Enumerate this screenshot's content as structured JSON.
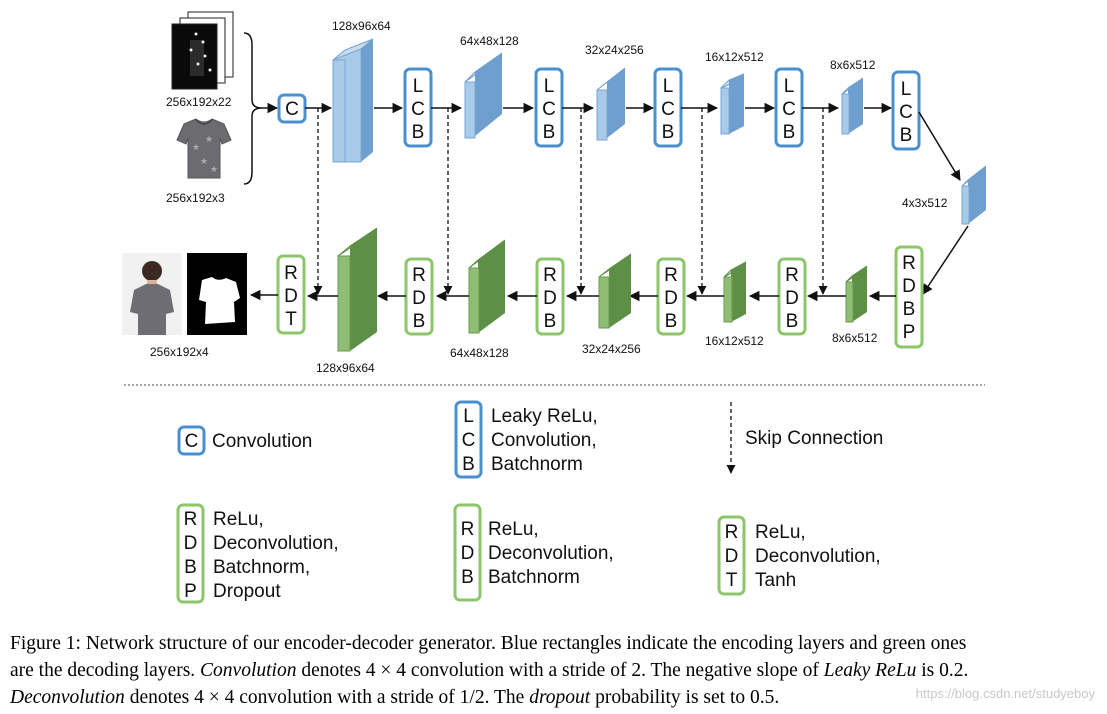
{
  "encoder": {
    "input_mask_size": "256x192x22",
    "input_image_size": "256x192x3",
    "conv_letter": "C",
    "lcb_letters": [
      "L",
      "C",
      "B"
    ],
    "layer_sizes": [
      "128x96x64",
      "64x48x128",
      "32x24x256",
      "16x12x512",
      "8x6x512",
      "4x3x512"
    ]
  },
  "decoder": {
    "rdbp_letters": [
      "R",
      "D",
      "B",
      "P"
    ],
    "rdb_letters": [
      "R",
      "D",
      "B"
    ],
    "rdt_letters": [
      "R",
      "D",
      "T"
    ],
    "layer_sizes": [
      "8x6x512",
      "16x12x512",
      "32x24x256",
      "64x48x128",
      "128x96x64"
    ],
    "output_size": "256x192x4"
  },
  "legend": {
    "conv": {
      "letters": [
        "C"
      ],
      "lines": [
        "Convolution"
      ]
    },
    "lcb": {
      "letters": [
        "L",
        "C",
        "B"
      ],
      "lines": [
        "Leaky ReLu,",
        "Convolution,",
        "Batchnorm"
      ]
    },
    "skip": {
      "lines": [
        "Skip Connection"
      ]
    },
    "rdbp": {
      "letters": [
        "R",
        "D",
        "B",
        "P"
      ],
      "lines": [
        "ReLu,",
        "Deconvolution,",
        "Batchnorm,",
        "Dropout"
      ]
    },
    "rdb": {
      "letters": [
        "R",
        "D",
        "B"
      ],
      "lines": [
        "ReLu,",
        "Deconvolution,",
        "Batchnorm"
      ]
    },
    "rdt": {
      "letters": [
        "R",
        "D",
        "T"
      ],
      "lines": [
        "ReLu,",
        "Deconvolution,",
        "Tanh"
      ]
    }
  },
  "colors": {
    "encoder_box_stroke": "#4a90d0",
    "decoder_box_stroke": "#8cc66a",
    "encoder_block_front": "#a9cbea",
    "encoder_block_side": "#6f9fcf",
    "decoder_block_front": "#8fbd74",
    "decoder_block_side": "#5e8f47"
  },
  "caption": {
    "line1": "Figure 1: Network structure of our encoder-decoder generator. Blue rectangles indicate the encoding layers and green ones",
    "line2_a": "are the decoding layers. ",
    "line2_em1": "Convolution",
    "line2_b": " denotes 4 × 4 convolution with a stride of 2. The negative slope of ",
    "line2_em2": "Leaky ReLu",
    "line2_c": " is 0.2.",
    "line3_em1": "Deconvolution",
    "line3_a": " denotes 4 × 4 convolution with a stride of 1/2. The ",
    "line3_em2": "dropout",
    "line3_b": " probability is set to 0.5."
  },
  "watermark": "https://blog.csdn.net/studyeboy"
}
